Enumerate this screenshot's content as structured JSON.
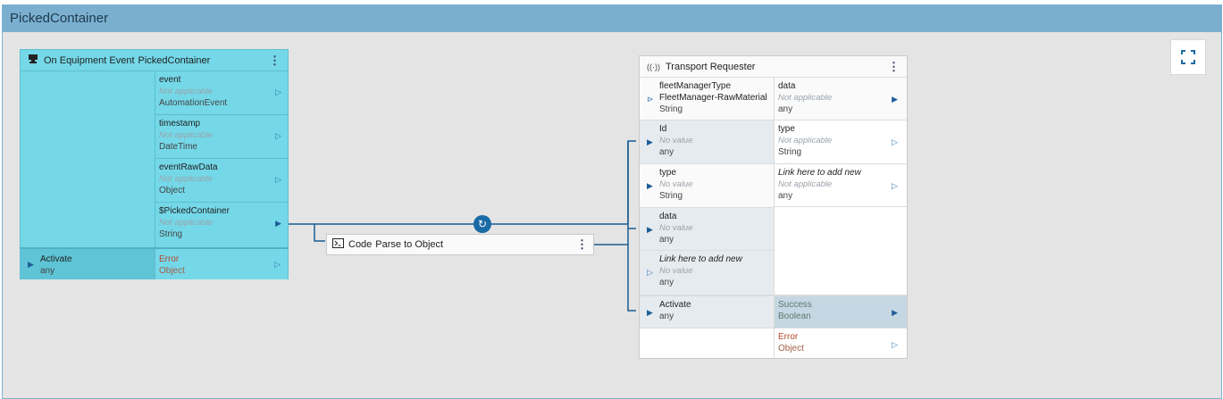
{
  "window": {
    "title": "PickedContainer"
  },
  "toolbar": {
    "expand_icon": "expand-icon"
  },
  "equipment_node": {
    "icon": "equipment-icon",
    "title_prefix": "On Equipment Event",
    "title_name": "PickedContainer",
    "outputs": [
      {
        "label": "event",
        "value": "Not applicable",
        "type": "AutomationEvent"
      },
      {
        "label": "timestamp",
        "value": "Not applicable",
        "type": "DateTime"
      },
      {
        "label": "eventRawData",
        "value": "Not applicable",
        "type": "Object"
      },
      {
        "label": "$PickedContainer",
        "value": "Not applicable",
        "type": "String"
      }
    ],
    "activate": {
      "label": "Activate",
      "type": "any"
    },
    "error": {
      "label": "Error",
      "type": "Object"
    }
  },
  "code_node": {
    "icon": "terminal-icon",
    "title_prefix": "Code",
    "title_name": "Parse to Object"
  },
  "transport_node": {
    "icon": "broadcast-icon",
    "title": "Transport Requester",
    "inputs": [
      {
        "label": "fleetManagerType",
        "value": "FleetManager-RawMaterial",
        "type": "String"
      },
      {
        "label": "Id",
        "value": "No value",
        "type": "any"
      },
      {
        "label": "type",
        "value": "No value",
        "type": "String"
      },
      {
        "label": "data",
        "value": "No value",
        "type": "any"
      },
      {
        "label": "Link here to add new",
        "value": "No value",
        "type": "any"
      }
    ],
    "outputs": [
      {
        "label": "data",
        "value": "Not applicable",
        "type": "any"
      },
      {
        "label": "type",
        "value": "Not applicable",
        "type": "String"
      },
      {
        "label": "Link here to add new",
        "value": "Not applicable",
        "type": "any"
      }
    ],
    "activate": {
      "label": "Activate",
      "type": "any"
    },
    "success": {
      "label": "Success",
      "type": "Boolean"
    },
    "error": {
      "label": "Error",
      "type": "Object"
    }
  },
  "colors": {
    "accent": "#1a6aa5",
    "title_bar": "#7aafcf",
    "equipment_node": "#74d8e8",
    "error": "#b5472a"
  }
}
